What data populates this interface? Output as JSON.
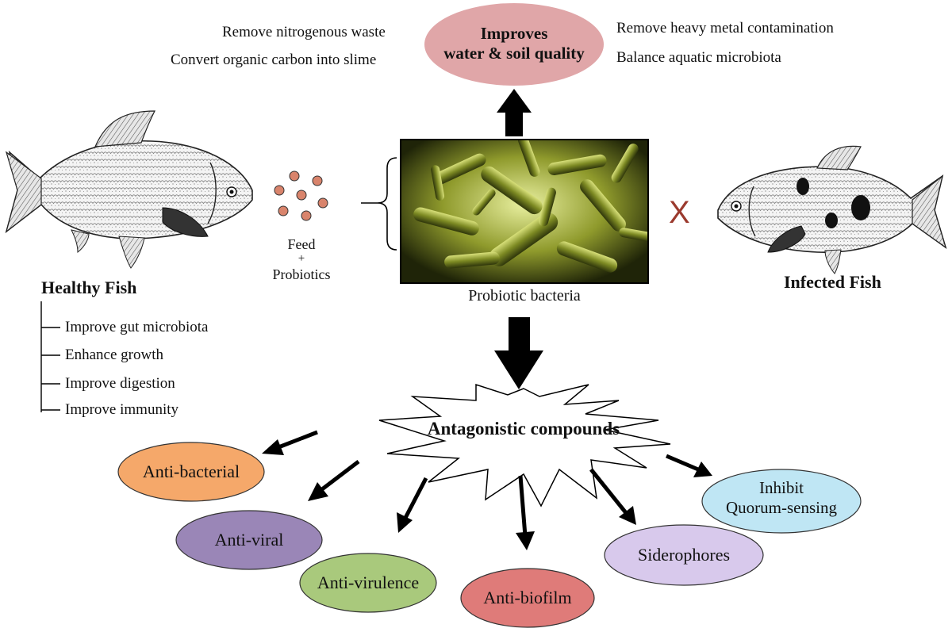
{
  "colors": {
    "quality_ellipse": "#e0a6a8",
    "anti_bacterial": "#f5a86a",
    "anti_viral": "#9a86b7",
    "anti_virulence": "#a9c97c",
    "anti_biofilm": "#df7b79",
    "siderophores": "#d8c9ec",
    "quorum": "#bfe6f4",
    "x_mark": "#9b3a2e",
    "pellet": "#d9846c"
  },
  "icons": [
    "healthy-fish-icon",
    "infected-fish-icon",
    "feed-pellets-icon",
    "bacteria-image",
    "starburst-shape"
  ],
  "quality": {
    "title_line1": "Improves",
    "title_line2": "water & soil quality",
    "left": [
      "Remove nitrogenous waste",
      "Convert organic carbon into slime"
    ],
    "right": [
      "Remove heavy metal contamination",
      "Balance aquatic microbiota"
    ]
  },
  "feed": {
    "line1": "Feed",
    "line2": "+",
    "line3": "Probiotics"
  },
  "bacteria_caption": "Probiotic bacteria",
  "x_mark": "X",
  "healthy": {
    "title": "Healthy Fish",
    "benefits": [
      "Improve gut microbiota",
      "Enhance growth",
      "Improve digestion",
      "Improve immunity"
    ]
  },
  "infected": {
    "title": "Infected Fish"
  },
  "antagonistic": {
    "title": "Antagonistic compounds",
    "effects": {
      "anti_bacterial": "Anti-bacterial",
      "anti_viral": "Anti-viral",
      "anti_virulence": "Anti-virulence",
      "anti_biofilm": "Anti-biofilm",
      "siderophores": "Siderophores",
      "quorum_line1": "Inhibit",
      "quorum_line2": "Quorum-sensing"
    }
  }
}
